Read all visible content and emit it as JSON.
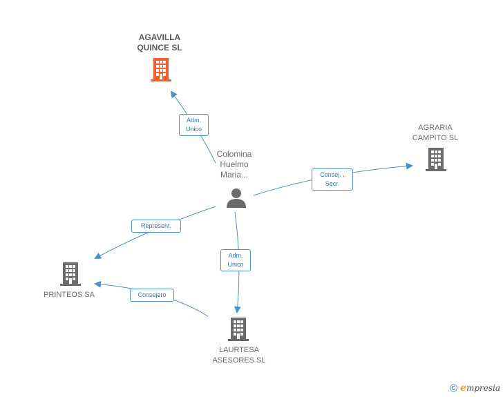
{
  "nodes": {
    "agavilla": {
      "label": "AGAVILLA\nQUINCE  SL",
      "color": "#f4602c"
    },
    "agraria": {
      "label": "AGRARIA\nCAMPITO SL",
      "color": "#6b6b6b"
    },
    "person": {
      "label": "Colomina\nHuelmo\nMaria...",
      "color": "#6b6b6b"
    },
    "printeos": {
      "label": "PRINTEOS SA",
      "color": "#6b6b6b"
    },
    "laurtesa": {
      "label": "LAURTESA\nASESORES  SL",
      "color": "#6b6b6b"
    }
  },
  "edges": {
    "adm_unico_top": "Adm.\nUnico",
    "consej_secr": "Consej. ,\nSecr.",
    "represent": "Represent.",
    "adm_unico_bottom": "Adm.\nUnico",
    "consejero": "Consejero"
  },
  "colors": {
    "edge": "#4a8fd4",
    "edge_text": "#2f74c7"
  },
  "footer": {
    "copyright": "©",
    "brand_initial": "e",
    "brand_rest": "mpresia"
  }
}
